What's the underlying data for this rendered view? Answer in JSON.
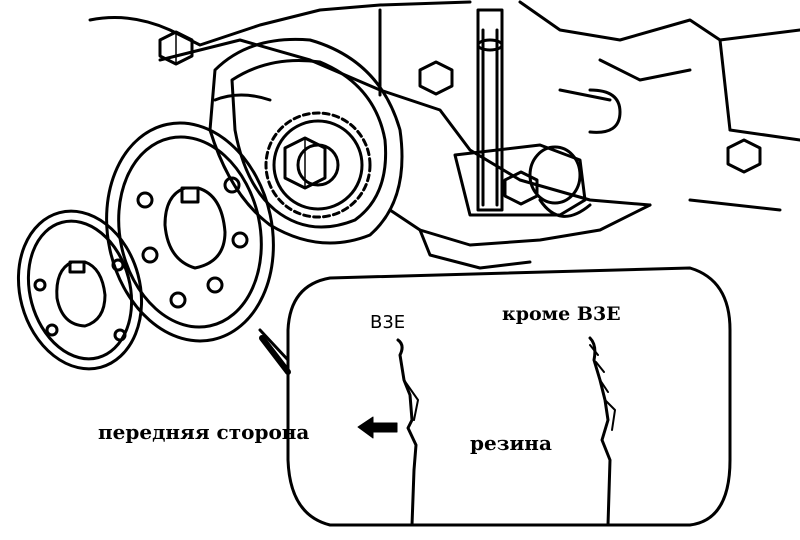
{
  "diagram": {
    "labels": {
      "variant_left": "B3E",
      "variant_right": "кроме B3E",
      "front_side": "передняя сторона",
      "material": "резина"
    },
    "colors": {
      "ink": "#000000",
      "paper": "#ffffff"
    }
  }
}
